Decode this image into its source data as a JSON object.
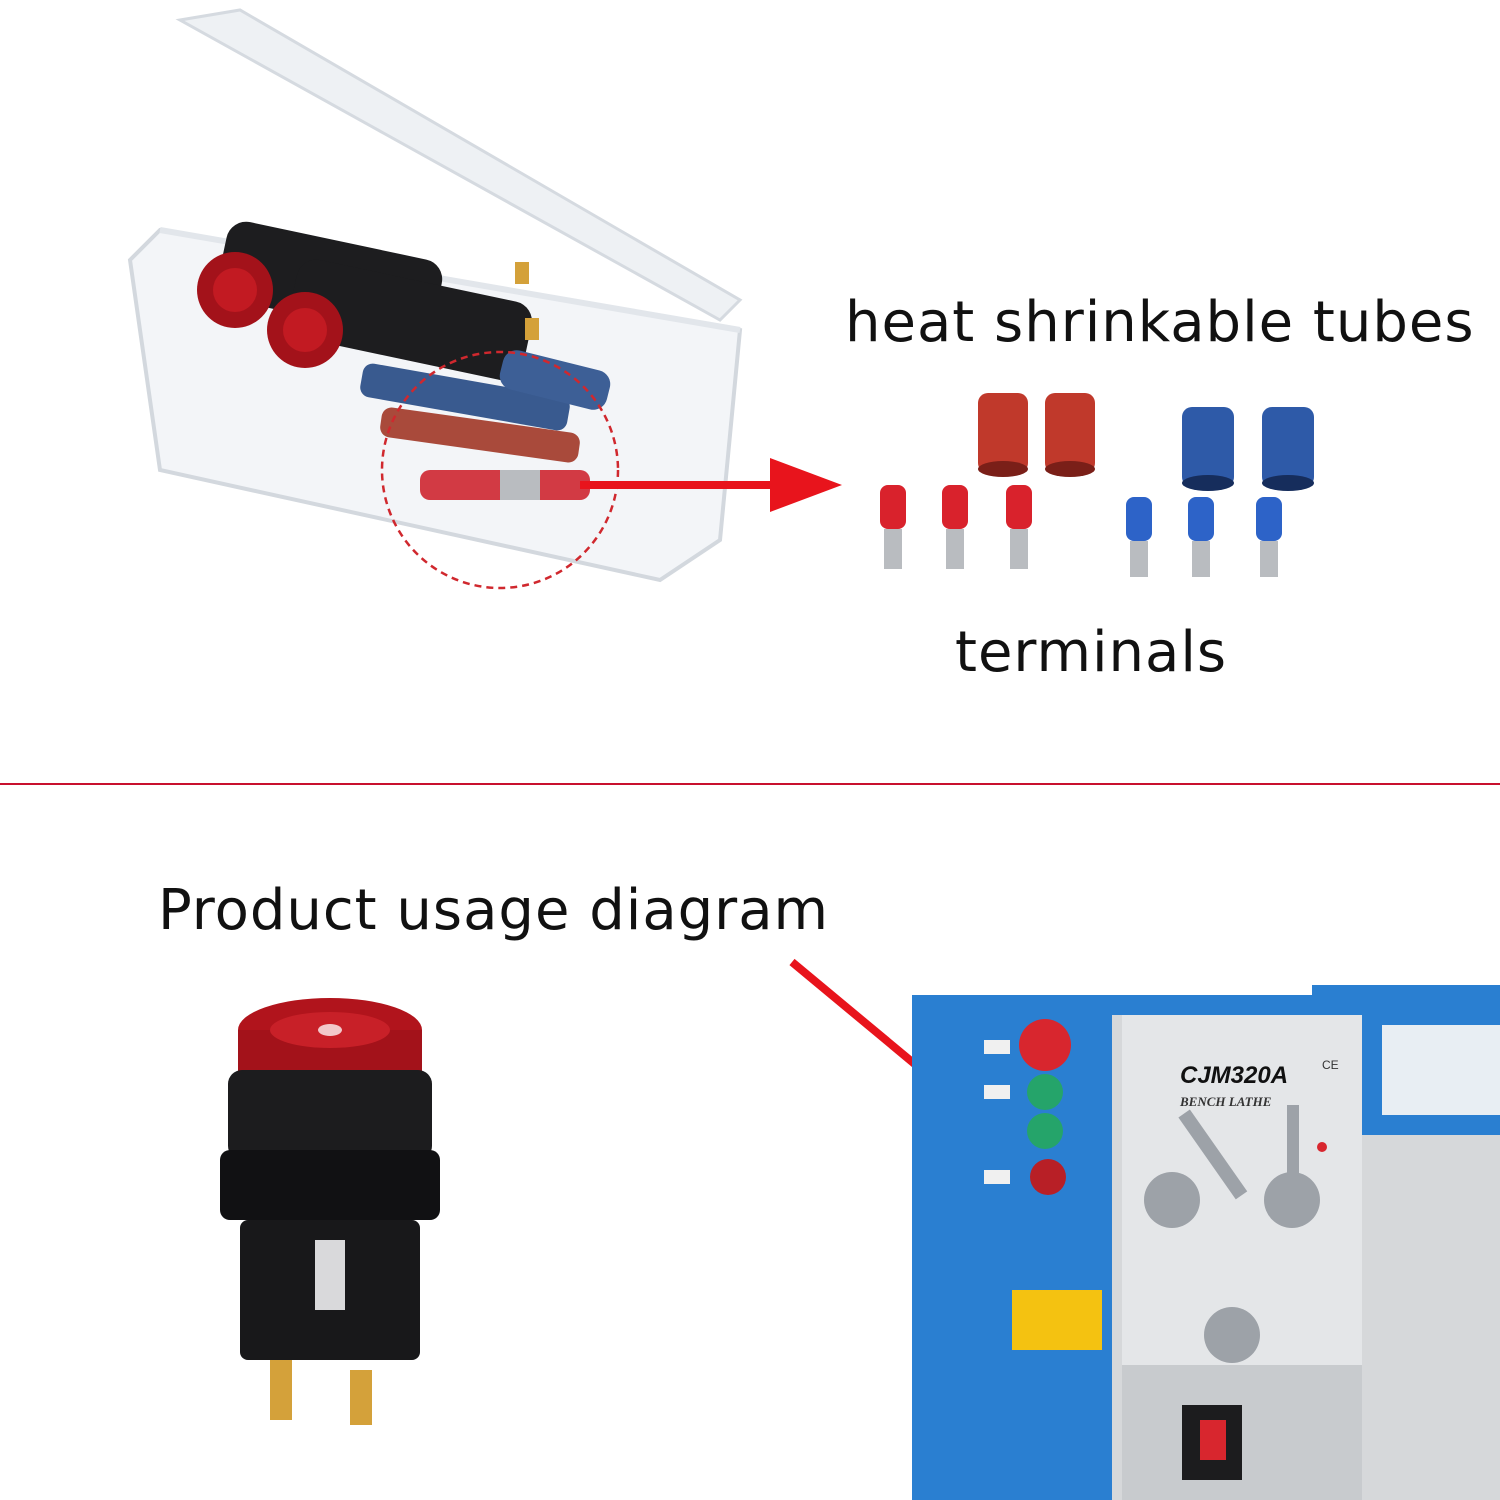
{
  "labels": {
    "tubes": "heat shrinkable tubes",
    "terminals": "terminals",
    "usage": "Product usage diagram"
  },
  "machine": {
    "model": "CJM320A",
    "subtitle": "BENCH LATHE",
    "mark": "CE"
  },
  "colors": {
    "accent_red": "#e8141c",
    "divider": "#c8102e",
    "tube_red": "#c0392b",
    "tube_blue": "#2e5aa8",
    "lathe_blue": "#2a7fd1"
  }
}
